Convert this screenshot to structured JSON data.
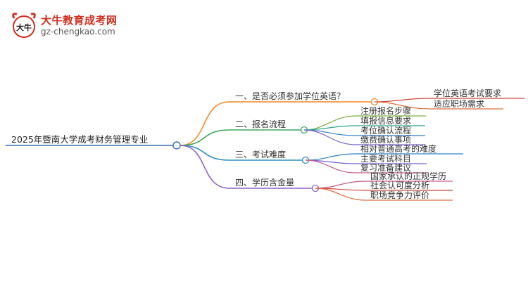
{
  "logo": {
    "title": "大牛教育成考网",
    "url": "gz-chengkao.com",
    "mark_text": "大牛"
  },
  "mindmap": {
    "root": "2025年暨南大学成考财务管理专业",
    "branches": [
      {
        "label": "一、是否必须参加学位英语？",
        "color": "#f4892c",
        "children": [
          "学位英语考试要求",
          "适应职场需求"
        ]
      },
      {
        "label": "二、报名流程",
        "color": "#3aa85a",
        "children": [
          "注册报名步骤",
          "填报信息要求",
          "考位确认流程",
          "缴费确认事项"
        ]
      },
      {
        "label": "三、考试难度",
        "color": "#2d8fc9",
        "children": [
          "相对普通高考的难度",
          "主要考试科目",
          "复习准备建议"
        ]
      },
      {
        "label": "四、学历含金量",
        "color": "#8e62c6",
        "children": [
          "国家承认的正规学历",
          "社会认可度分析",
          "职场竞争力评价"
        ]
      }
    ],
    "colors": {
      "root_line": "#3b6fb3",
      "child_lines": [
        "#d0463a",
        "#e06a3a",
        "#7ab03a",
        "#2aa58a",
        "#2f7fc9",
        "#7a5fd0",
        "#c85a8a"
      ]
    }
  }
}
